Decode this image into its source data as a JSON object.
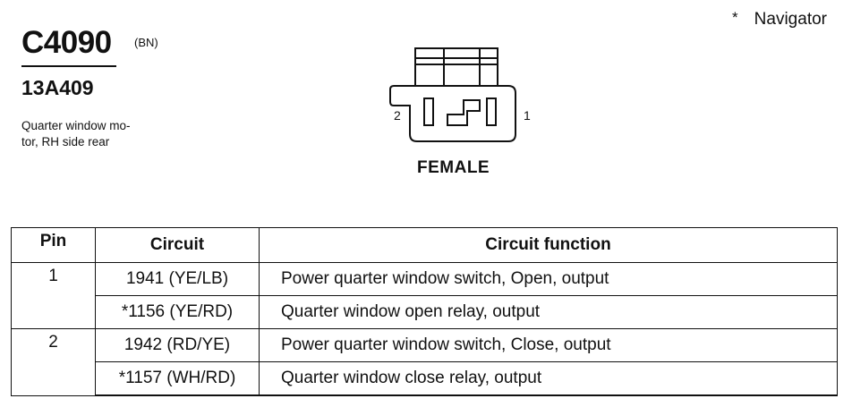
{
  "note": {
    "marker": "*",
    "text": "Navigator"
  },
  "connector": {
    "id": "C4090",
    "color_code": "(BN)",
    "part_number": "13A409",
    "description": "Quarter window mo-tor, RH side rear",
    "description_lines": [
      "Quarter window mo-",
      "tor, RH side rear"
    ],
    "pin_labels": {
      "left": "2",
      "right": "1"
    },
    "gender": "FEMALE"
  },
  "table": {
    "headers": {
      "pin": "Pin",
      "circuit": "Circuit",
      "function": "Circuit function"
    },
    "pins": [
      {
        "pin": "1",
        "rows": [
          {
            "circuit": "1941 (YE/LB)",
            "function": "Power quarter window switch, Open, output"
          },
          {
            "circuit": "*1156 (YE/RD)",
            "function": "Quarter window open relay, output"
          }
        ]
      },
      {
        "pin": "2",
        "rows": [
          {
            "circuit": "1942 (RD/YE)",
            "function": "Power quarter window switch, Close, output"
          },
          {
            "circuit": "*1157 (WH/RD)",
            "function": "Quarter window close relay, output"
          }
        ]
      }
    ]
  }
}
